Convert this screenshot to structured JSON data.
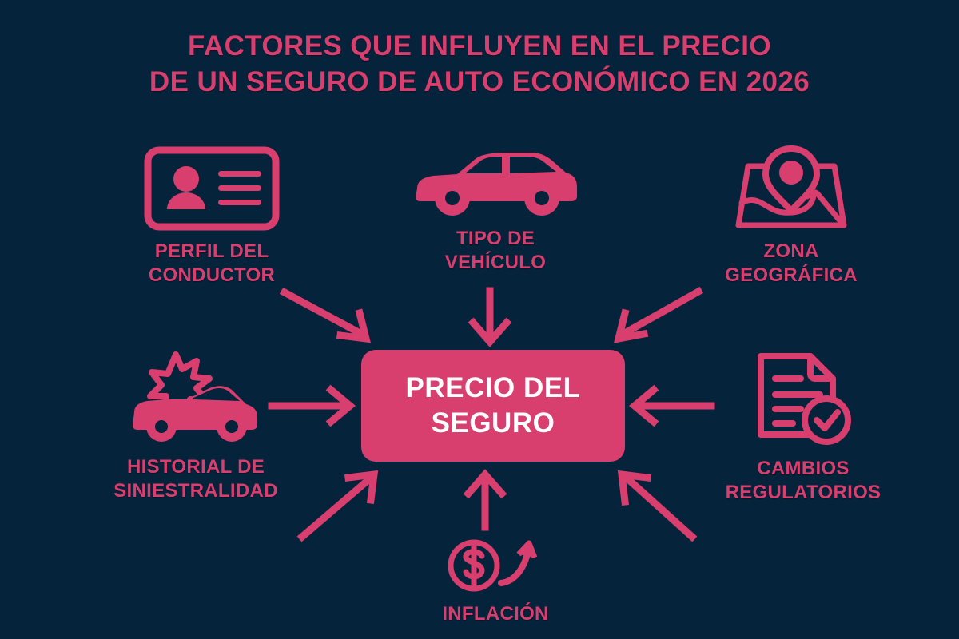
{
  "background_color": "#06233c",
  "accent_color": "#d83f6e",
  "text_on_accent_color": "#ffffff",
  "title": {
    "line1": "FACTORES QUE INFLUYEN EN EL PRECIO",
    "line2": "DE UN SEGURO DE AUTO ECONÓMICO EN 2026"
  },
  "center": {
    "line1": "PRECIO DEL",
    "line2": "SEGURO"
  },
  "factors": [
    {
      "id": "perfil",
      "icon": "id-card-icon",
      "label": "PERFIL DEL\nCONDUCTOR",
      "arrow": "diagonal-down-right"
    },
    {
      "id": "vehiculo",
      "icon": "car-icon",
      "label": "TIPO DE\nVEHÍCULO",
      "arrow": "down"
    },
    {
      "id": "zona",
      "icon": "map-pin-icon",
      "label": "ZONA\nGEOGRÁFICA",
      "arrow": "diagonal-down-left"
    },
    {
      "id": "historial",
      "icon": "car-crash-icon",
      "label": "HISTORIAL DE\nSINIESTRALIDAD",
      "arrow": "right"
    },
    {
      "id": "cambios",
      "icon": "document-check-icon",
      "label": "CAMBIOS\nREGULATORIOS",
      "arrow": "left"
    },
    {
      "id": "inflacion",
      "icon": "dollar-rising-arrow-icon",
      "label": "INFLACIÓN",
      "arrow": "up"
    }
  ],
  "chart_data": {
    "type": "diagram",
    "diagram_kind": "hub-and-spoke",
    "hub": "PRECIO DEL SEGURO",
    "spokes": [
      "PERFIL DEL CONDUCTOR",
      "TIPO DE VEHÍCULO",
      "ZONA GEOGRÁFICA",
      "HISTORIAL DE SINIESTRALIDAD",
      "CAMBIOS REGULATORIOS",
      "INFLACIÓN"
    ],
    "edge_direction": "spoke-to-hub",
    "edge_count": 6
  }
}
